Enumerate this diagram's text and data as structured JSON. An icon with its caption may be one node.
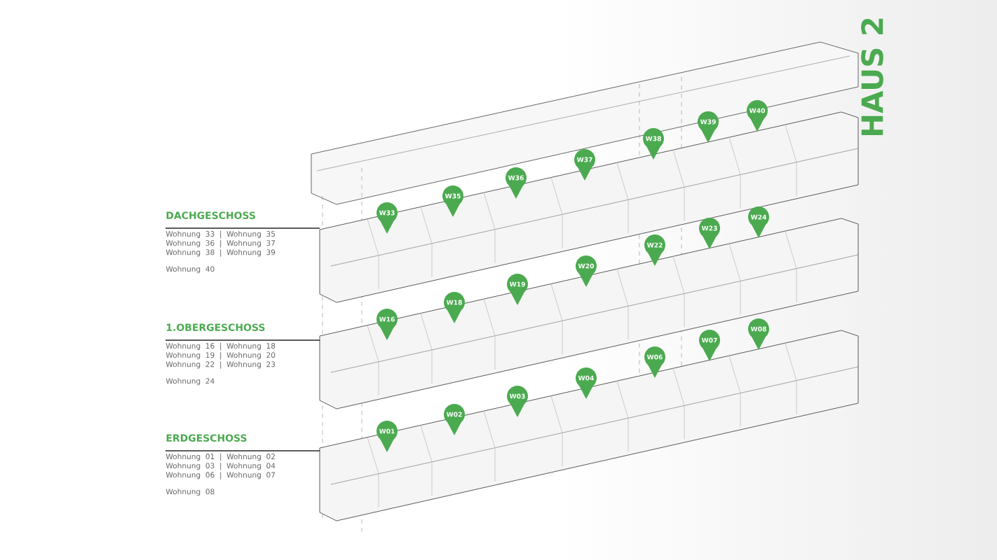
{
  "diagram": {
    "title": "HAUS 2",
    "nodes": [
      {
        "text": [
          "DACHGESCHOSS",
          "Wohnung 33 | Wohnung 35",
          "Wohnung 36 | Wohnung 37",
          "Wohnung 38 | Wohnung 39",
          "Wohnung 40"
        ]
      },
      {
        "text": [],
        "shape": "picture"
      },
      {
        "text": [
          "W33"
        ],
        "in": 1
      },
      {
        "text": [
          "W35"
        ],
        "in": 1
      },
      {
        "text": [
          "W36"
        ],
        "in": 1
      },
      {
        "text": [
          "W37"
        ],
        "in": 1
      },
      {
        "text": [
          "W38"
        ],
        "in": 1
      },
      {
        "text": [
          "W39"
        ],
        "in": 1
      },
      {
        "text": [
          "W40"
        ],
        "in": 1
      },
      {
        "text": [
          "1.OBERGESCHOSS",
          "Wohnung 16 | Wohnung 18",
          "Wohnung 19 | Wohnung 20",
          "Wohnung 22 | Wohnung 23",
          "Wohnung 24"
        ]
      },
      {
        "text": [],
        "shape": "picture"
      },
      {
        "text": [
          "W16"
        ],
        "in": 10
      },
      {
        "text": [
          "W18"
        ],
        "in": 10
      },
      {
        "text": [
          "W19"
        ],
        "in": 10
      },
      {
        "text": [
          "W20"
        ],
        "in": 10
      },
      {
        "text": [
          "W22"
        ],
        "in": 10
      },
      {
        "text": [
          "W23"
        ],
        "in": 10
      },
      {
        "text": [
          "W24"
        ],
        "in": 10
      },
      {
        "text": [
          "ERDGESCHOSS",
          "Wohnung 01 | Wohnung 02",
          "Wohnung 03 | Wohnung 04",
          "Wohnung 06 | Wohnung 07",
          "Wohnung 08"
        ]
      },
      {
        "text": [],
        "shape": "picture"
      },
      {
        "text": [
          "W01"
        ],
        "in": 19
      },
      {
        "text": [
          "W02"
        ],
        "in": 19
      },
      {
        "text": [
          "W03"
        ],
        "in": 19
      },
      {
        "text": [
          "W04"
        ],
        "in": 19
      },
      {
        "text": [
          "W06"
        ],
        "in": 19
      },
      {
        "text": [
          "W07"
        ],
        "in": 19
      },
      {
        "text": [
          "W08"
        ],
        "in": 19
      }
    ],
    "edges": [
      {
        "from": 0,
        "to": 1,
        "arrow": "none"
      },
      {
        "from": 9,
        "to": 10,
        "arrow": "none"
      },
      {
        "from": 18,
        "to": 19,
        "arrow": "none"
      }
    ]
  }
}
